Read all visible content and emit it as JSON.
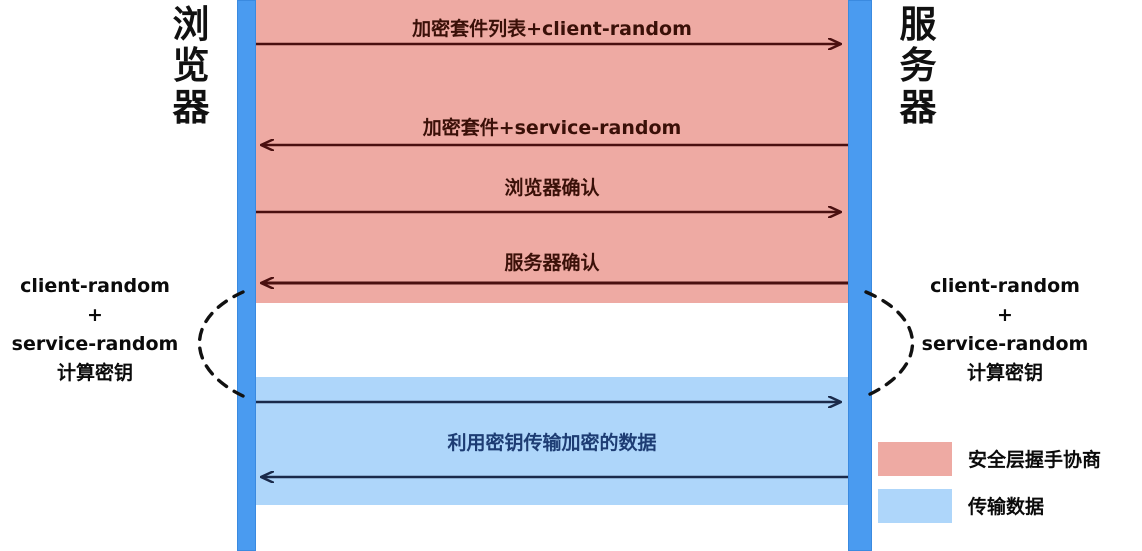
{
  "diagram": {
    "title": "HTTPS TLS handshake sequence diagram",
    "colors": {
      "pillar": "#4a9bf0",
      "handshake_band": "#eeaaa3",
      "transfer_band": "#aed6fa",
      "handshake_arrow": "#4a1010",
      "transfer_arrow": "#1a2a4a",
      "text": "#0b0b0b"
    }
  },
  "actors": {
    "left": {
      "name": "browser",
      "label": "浏览器",
      "chars": [
        "浏",
        "览",
        "器"
      ]
    },
    "right": {
      "name": "server",
      "label": "服务器",
      "chars": [
        "服",
        "务",
        "器"
      ]
    }
  },
  "messages": [
    {
      "id": "msg-1",
      "label": "加密套件列表+client-random",
      "direction": "left-to-right",
      "phase": "handshake"
    },
    {
      "id": "msg-2",
      "label": "加密套件+service-random",
      "direction": "right-to-left",
      "phase": "handshake"
    },
    {
      "id": "msg-3",
      "label": "浏览器确认",
      "direction": "left-to-right",
      "phase": "handshake"
    },
    {
      "id": "msg-4",
      "label": "服务器确认",
      "direction": "right-to-left",
      "phase": "handshake"
    },
    {
      "id": "msg-5",
      "label": "利用密钥传输加密的数据",
      "direction": "bidirectional",
      "phase": "transfer"
    }
  ],
  "annotations": {
    "left": {
      "line1": "client-random",
      "line2": "+",
      "line3": "service-random",
      "line4": "计算密钥"
    },
    "right": {
      "line1": "client-random",
      "line2": "+",
      "line3": "service-random",
      "line4": "计算密钥"
    }
  },
  "legend": {
    "items": [
      {
        "swatch": "#eeaaa3",
        "label": "安全层握手协商"
      },
      {
        "swatch": "#aed6fa",
        "label": "传输数据"
      }
    ]
  }
}
